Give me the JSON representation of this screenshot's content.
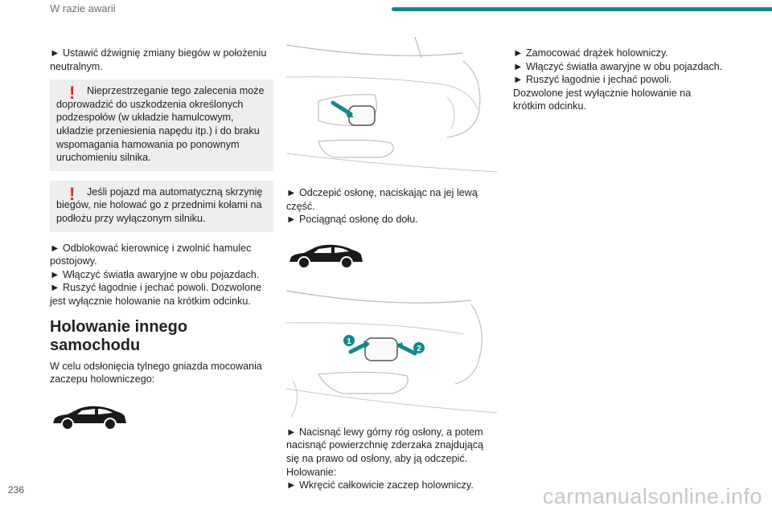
{
  "header": {
    "title": "W razie awarii"
  },
  "colors": {
    "accent": "#12888d",
    "warning": "#e0232b"
  },
  "col1": {
    "p1": "► Ustawić dźwignię zmiany biegów w położeniu neutralnym.",
    "warn1": "Nieprzestrzeganie tego zalecenia może doprowadzić do uszkodzenia określonych podzespołów (w układzie hamulcowym, układzie przeniesienia napędu itp.) i do braku wspomagania hamowania po ponownym uruchomieniu silnika.",
    "warn2": "Jeśli pojazd ma automatyczną skrzynię biegów, nie holować go z przednimi kołami na podłożu przy wyłączonym silniku.",
    "s1": "► Odblokować kierownicę i zwolnić hamulec postojowy.",
    "s2": "► Włączyć światła awaryjne w obu pojazdach.",
    "s3": "► Ruszyć łagodnie i jechać powoli. Dozwolone jest wyłącznie holowanie na krótkim odcinku.",
    "heading": "Holowanie innego samochodu",
    "intro": "W celu odsłonięcia tylnego gniazda mocowania zaczepu holowniczego:"
  },
  "col2": {
    "s1": "► Odczepić osłonę, naciskając na jej lewą część.",
    "s2": "► Pociągnąć osłonę do dołu.",
    "s3": "► Nacisnąć lewy górny róg osłony, a potem nacisnąć powierzchnię zderzaka znajdującą się na prawo od osłony, aby ją odczepić.",
    "towing_label": "Holowanie:",
    "s4": "► Wkręcić całkowicie zaczep holowniczy.",
    "callout1": "1",
    "callout2": "2"
  },
  "col3": {
    "s1": "► Zamocować drążek holowniczy.",
    "s2": "► Włączyć światła awaryjne w obu pojazdach.",
    "s3": "► Ruszyć łagodnie i jechać powoli. Dozwolone jest wyłącznie holowanie na krótkim odcinku."
  },
  "footer": {
    "page_number": "236",
    "watermark": "carmanualsonline.info"
  },
  "icons": {
    "car": "car-silhouette-icon",
    "warning": "exclamation-icon"
  }
}
